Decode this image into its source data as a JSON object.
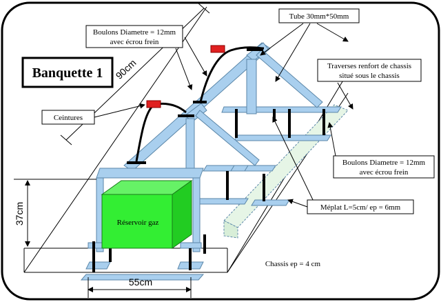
{
  "diagram": {
    "title": "Banquette 1",
    "labels": {
      "bolts_top_1": "Boulons Diametre = 12mm",
      "bolts_top_2": "avec écrou frein",
      "tube": "Tube 30mm*50mm",
      "crossbars_1": "Traverses renfort de chassis",
      "crossbars_2": "situé sous le chassis",
      "belts": "Ceintures",
      "bolts_right_1": "Boulons Diametre = 12mm",
      "bolts_right_2": "avec écrou frein",
      "flat_bar": "Méplat L=5cm/ ep = 6mm",
      "chassis": "Chassis ep = 4 cm",
      "tank": "Réservoir gaz"
    },
    "dimensions": {
      "length": "90cm",
      "height": "37cm",
      "width": "55cm"
    },
    "colors": {
      "tube": "#a9cfee",
      "tube_stroke": "#5a86a8",
      "tank": "#33ee33",
      "belt_anchor": "#e02020",
      "frame_border": "#000000"
    }
  }
}
